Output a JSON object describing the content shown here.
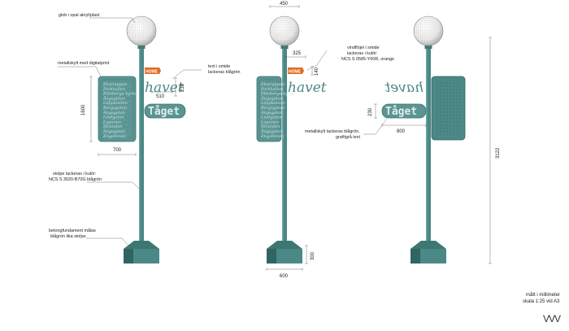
{
  "labels": {
    "glob": "glob i opal akryl/plast",
    "metallskylt": "metallskylt med digitalprint",
    "text_smide_1": "text i smide",
    "text_smide_2": "lackeras blågrön",
    "stolpe_1": "stolpe lackeras i kulör:",
    "stolpe_2": "NCS S 3020-B70G blågrön",
    "betong_1": "betongfundament målas",
    "betong_2": "blågrön lika stolpe",
    "vindflojel_1": "vindflöjel i smide",
    "vindflojel_2": "lackeras  i kulör:",
    "vindflojel_3": "NCS S 0585-Y60R, orange",
    "skylt2_1": "metallskylt lackeras blågrön,",
    "skylt2_2": "grafitgrå text"
  },
  "dimensions": {
    "d510": "510",
    "d230_a": "230",
    "d1600": "1600",
    "d700": "700",
    "d450": "450",
    "d325": "325",
    "d140": "140",
    "d600": "600",
    "d300": "300",
    "d230_b": "230",
    "d800": "800",
    "d3122": "3122"
  },
  "sign_text": {
    "havet": "havet",
    "taget": "Tåget",
    "home": "HOME",
    "panel_rows": [
      "Ekstrappan",
      "Parkhallen",
      "Eldsberga kyrka",
      "Ängsgatan",
      "Läpplanden",
      "Bergsgatan",
      "Ängsgatan",
      "Lindgatan",
      "Lagunen",
      "Stranden",
      "Ängsgatan",
      "Engelbrekt"
    ]
  },
  "footer": {
    "line1": "mått i millimeter",
    "line2": "skala 1:25 vid A3",
    "logo": "VVV"
  },
  "colors": {
    "pole": "#4b8886",
    "pole_dark": "#2f6461",
    "panel": "#5a9593",
    "orange": "#e06a22"
  }
}
